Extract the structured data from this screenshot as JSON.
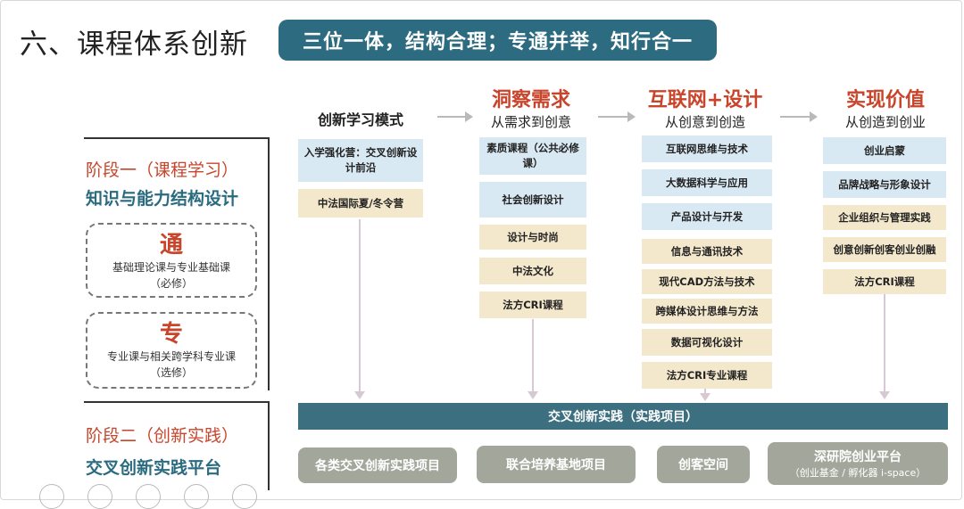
{
  "title": "六、课程体系创新",
  "banner": "三位一体，结构合理；专通并举，知行合一",
  "columns": {
    "a": {
      "title": "创新学习模式"
    },
    "b": {
      "title": "洞察需求",
      "sub": "从需求到创意"
    },
    "c": {
      "title": "互联网+设计",
      "sub": "从创意到创造"
    },
    "d": {
      "title": "实现价值",
      "sub": "从创造到创业"
    }
  },
  "colA_items": [
    "入学强化营：交叉创新设计前沿",
    "中法国际夏/冬令营"
  ],
  "colB_items": [
    "素质课程（公共必修课）",
    "社会创新设计",
    "设计与时尚",
    "中法文化",
    "法方CRI课程"
  ],
  "colC_items": [
    "互联网思维与技术",
    "大数据科学与应用",
    "产品设计与开发",
    "信息与通讯技术",
    "现代CAD方法与技术",
    "跨媒体设计思维与方法",
    "数据可视化设计",
    "法方CRI专业课程"
  ],
  "colD_items": [
    "创业启蒙",
    "品牌战略与形象设计",
    "企业组织与管理实践",
    "创意创新创客创业创融",
    "法方CRI课程"
  ],
  "stage1": {
    "title": "阶段一（课程学习）",
    "subtitle": "知识与能力结构设计",
    "tong": {
      "char": "通",
      "desc": "基础理论课与专业基础课",
      "note": "（必修）"
    },
    "zhuan": {
      "char": "专",
      "desc": "专业课与相关跨学科专业课",
      "note": "（选修）"
    }
  },
  "stage2": {
    "title": "阶段二（创新实践）",
    "subtitle": "交叉创新实践平台"
  },
  "practice_bar": "交叉创新实践（实践项目）",
  "platforms": [
    {
      "label": "各类交叉创新实践项目"
    },
    {
      "label": "联合培养基地项目"
    },
    {
      "label": "创客空间"
    },
    {
      "label": "深研院创业平台",
      "sub": "（创业基金 / 孵化器 i-space）"
    }
  ]
}
